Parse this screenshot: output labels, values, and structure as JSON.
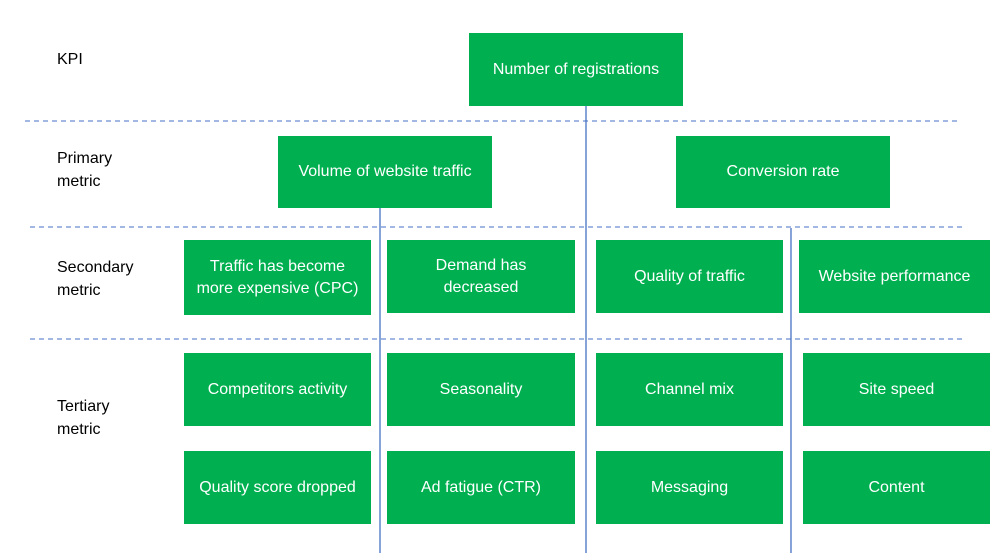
{
  "row_labels": {
    "kpi": "KPI",
    "primary": "Primary\nmetric",
    "secondary": "Secondary\nmetric",
    "tertiary": "Tertiary\nmetric"
  },
  "kpi": {
    "label": "Number of registrations"
  },
  "primary": {
    "traffic": "Volume of website traffic",
    "conversion": "Conversion rate"
  },
  "secondary": {
    "cpc": "Traffic has become\nmore expensive (CPC)",
    "demand": "Demand has\ndecreased",
    "quality": "Quality of traffic",
    "performance": "Website performance"
  },
  "tertiary": {
    "competitors": "Competitors activity",
    "seasonality": "Seasonality",
    "channel_mix": "Channel mix",
    "site_speed": "Site speed",
    "quality_score": "Quality score dropped",
    "ad_fatigue": "Ad fatigue (CTR)",
    "messaging": "Messaging",
    "content": "Content"
  },
  "colors": {
    "box": "#00B050",
    "box_text": "#FFFFFF",
    "connector": "#4472C4",
    "divider": "#4472C4"
  }
}
